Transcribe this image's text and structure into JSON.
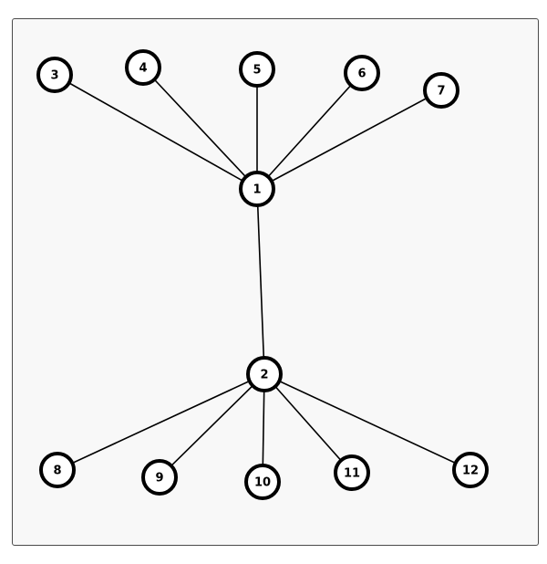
{
  "graph": {
    "nodes": [
      {
        "id": "1",
        "label": "1"
      },
      {
        "id": "2",
        "label": "2"
      },
      {
        "id": "3",
        "label": "3"
      },
      {
        "id": "4",
        "label": "4"
      },
      {
        "id": "5",
        "label": "5"
      },
      {
        "id": "6",
        "label": "6"
      },
      {
        "id": "7",
        "label": "7"
      },
      {
        "id": "8",
        "label": "8"
      },
      {
        "id": "9",
        "label": "9"
      },
      {
        "id": "10",
        "label": "10"
      },
      {
        "id": "11",
        "label": "11"
      },
      {
        "id": "12",
        "label": "12"
      }
    ],
    "edges": [
      {
        "from": "1",
        "to": "2"
      },
      {
        "from": "1",
        "to": "3"
      },
      {
        "from": "1",
        "to": "4"
      },
      {
        "from": "1",
        "to": "5"
      },
      {
        "from": "1",
        "to": "6"
      },
      {
        "from": "1",
        "to": "7"
      },
      {
        "from": "2",
        "to": "8"
      },
      {
        "from": "2",
        "to": "9"
      },
      {
        "from": "2",
        "to": "10"
      },
      {
        "from": "2",
        "to": "11"
      },
      {
        "from": "2",
        "to": "12"
      }
    ],
    "colors": {
      "background": "#f8f8f8",
      "node_fill": "#ffffff",
      "node_stroke": "#000000",
      "edge": "#000000"
    }
  }
}
